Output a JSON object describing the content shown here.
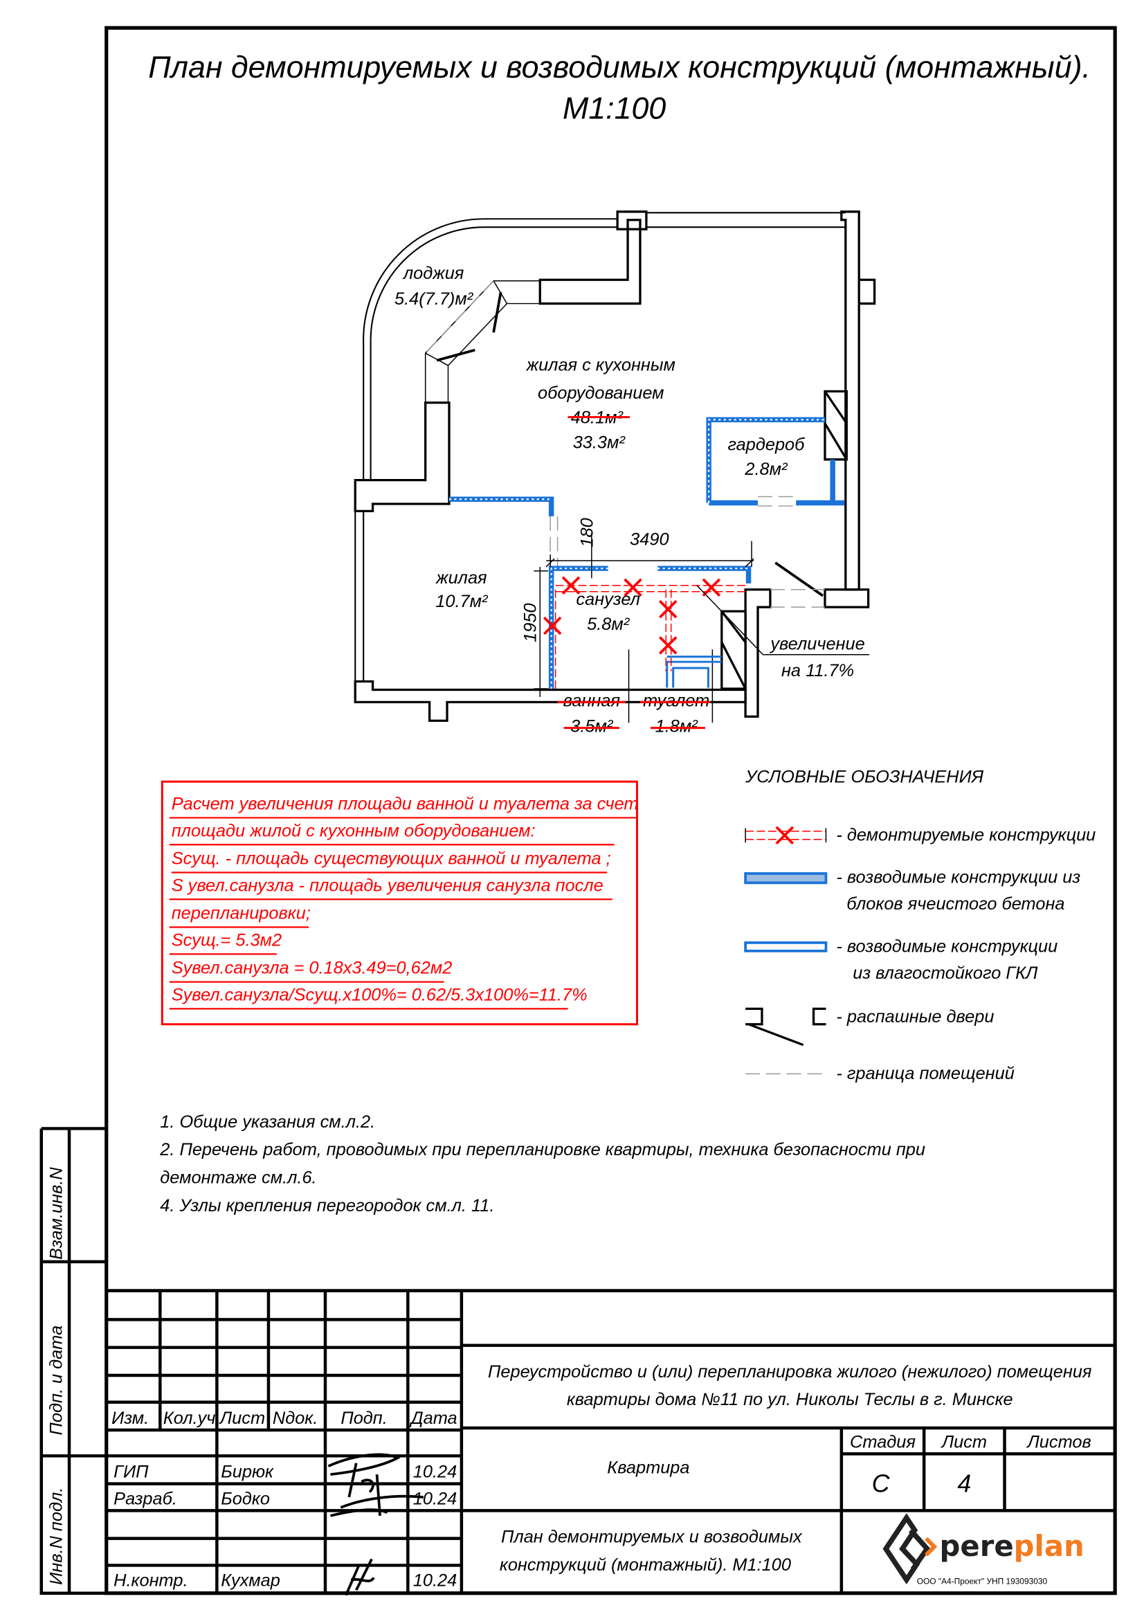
{
  "title": {
    "line1": "План демонтируемых и возводимых конструкций (монтажный).",
    "line2": "М1:100"
  },
  "plan": {
    "rooms": {
      "loggia_name": "лоджия",
      "loggia_area": "5.4(7.7)м²",
      "living_kitchen_name1": "жилая с кухонным",
      "living_kitchen_name2": "оборудованием",
      "living_kitchen_old_area": "48.1м²",
      "living_kitchen_area": "33.3м²",
      "wardrobe_name": "гардероб",
      "wardrobe_area": "2.8м²",
      "living_name": "жилая",
      "living_area": "10.7м²",
      "bathroom_name": "санузел",
      "bathroom_area": "5.8м²",
      "bath_old_name": "ванная",
      "bath_old_area": "3.5м²",
      "toilet_old_name": "туалет",
      "toilet_old_area": "1.8м²"
    },
    "dimensions": {
      "width": "3490",
      "thickness": "180",
      "height": "1950"
    },
    "increase_label1": "увеличение",
    "increase_label2": "на 11.7%"
  },
  "calculation": {
    "lines": [
      "Расчет увеличения площади ванной и туалета за счет",
      "площади жилой с кухонным оборудованием:",
      "Scущ. - площадь существующих ванной и туалета ;",
      "S увел.санузла - площадь увеличения санузла после",
      "перепланировки;",
      "Scущ.= 5.3м2",
      "Sувел.санузла = 0.18x3.49=0,62м2",
      "Sувел.санузла/Scущ.x100%= 0.62/5.3x100%=11.7%"
    ],
    "color": "#ff0000"
  },
  "legend": {
    "title": "УСЛОВНЫЕ ОБОЗНАЧЕНИЯ",
    "demolished": "- демонтируемые конструкции",
    "built_block1": "- возводимые конструкции из",
    "built_block2": "блоков ячеистого бетона",
    "built_gkl1": "- возводимые конструкции",
    "built_gkl2": "из влагостойкого ГКЛ",
    "doors": "- распашные двери",
    "boundary": "- граница помещений",
    "new_wall_color": "#1a73d9"
  },
  "notes": [
    "1. Общие указания см.л.2.",
    "2. Перечень работ, проводимых при перепланировке квартиры, техника безопасности при",
    "демонтаже см.л.6.",
    "4. Узлы крепления перегородок см.л. 11."
  ],
  "side_stamps": {
    "swap": "Взам.инв.N",
    "sign_date": "Подп. и дата",
    "inv": "Инв.N подл."
  },
  "title_block": {
    "headers": {
      "izm": "Изм.",
      "kol": "Кол.уч.",
      "list": "Лист",
      "ndok": "Nдок.",
      "podp": "Подп.",
      "data": "Дата"
    },
    "people": [
      {
        "role": "ГИП",
        "name": "Бирюк",
        "date": "10.24"
      },
      {
        "role": "Разраб.",
        "name": "Бодко",
        "date": "10.24"
      },
      {
        "role": "Н.контр.",
        "name": "Кухмар",
        "date": "10.24"
      }
    ],
    "project1": "Переустройство и (или) перепланировка жилого (нежилого) помещения",
    "project2": "квартиры дома №11 по ул. Николы Теслы в г. Минске",
    "object": "Квартира",
    "stage_label": "Стадия",
    "sheet_label": "Лист",
    "sheets_label": "Листов",
    "stage": "С",
    "sheet": "4",
    "sheets": "",
    "drawing1": "План демонтируемых и возводимых",
    "drawing2": "конструкций (монтажный). М1:100",
    "logo": {
      "pere": "pere",
      "plan": "plan",
      "caption": "ООО \"А4-Проект\" УНП 193093030",
      "accent": "#f47b20"
    }
  }
}
